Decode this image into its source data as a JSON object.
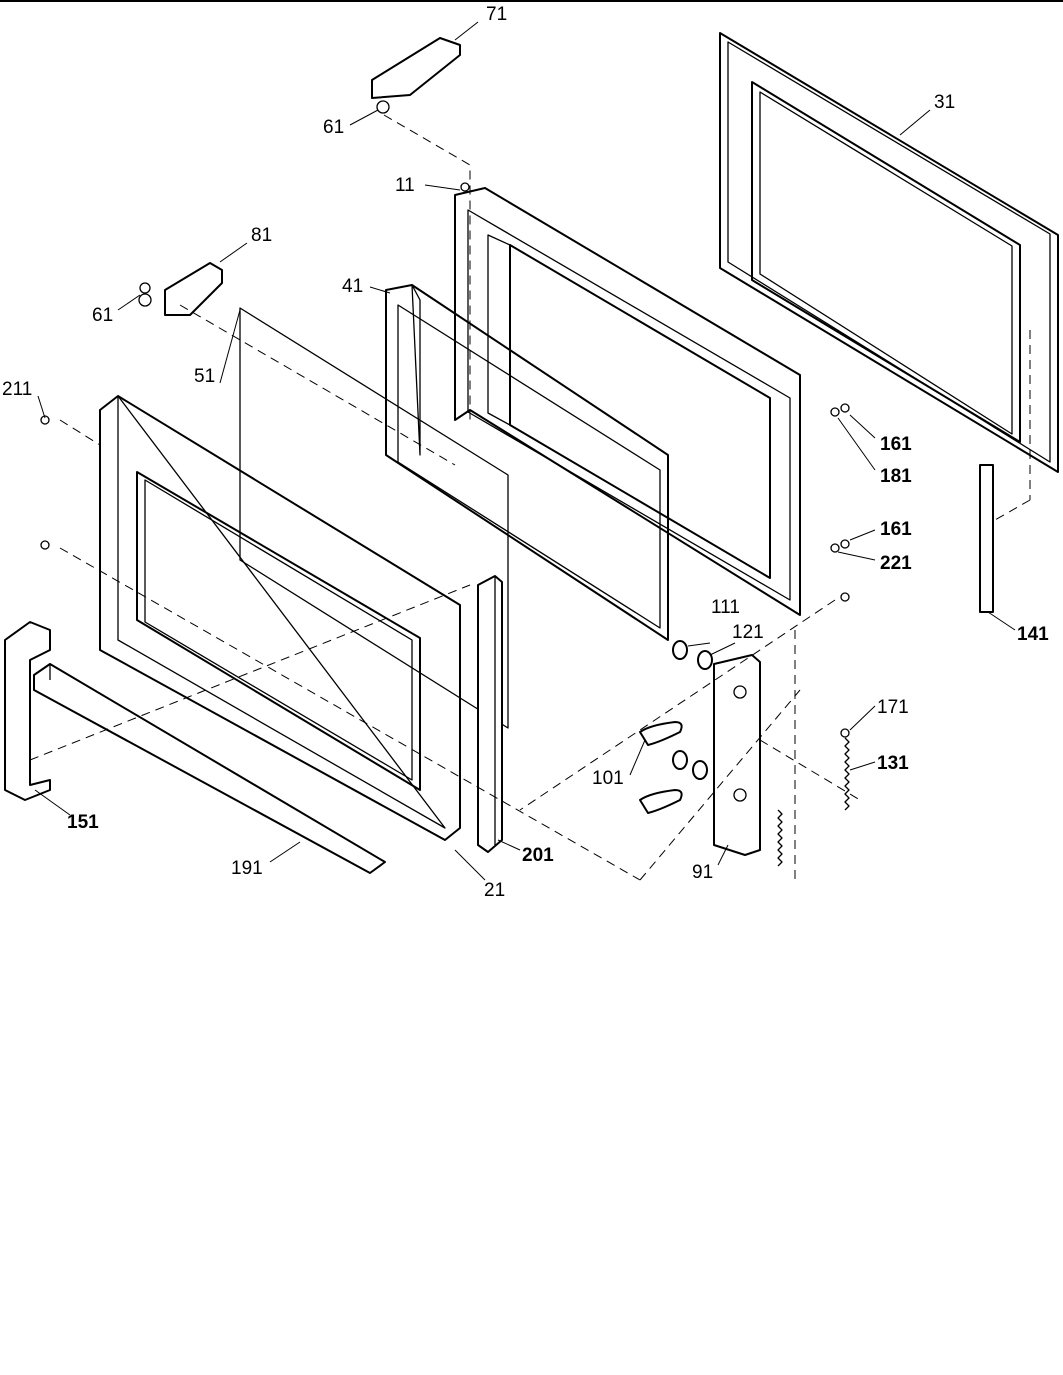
{
  "diagram": {
    "callouts": [
      {
        "id": "c71",
        "label": "71"
      },
      {
        "id": "c61a",
        "label": "61"
      },
      {
        "id": "c31",
        "label": "31"
      },
      {
        "id": "c11",
        "label": "11"
      },
      {
        "id": "c81",
        "label": "81"
      },
      {
        "id": "c61b",
        "label": "61"
      },
      {
        "id": "c41",
        "label": "41"
      },
      {
        "id": "c51",
        "label": "51"
      },
      {
        "id": "c211",
        "label": "211"
      },
      {
        "id": "c161a",
        "label": "161"
      },
      {
        "id": "c181",
        "label": "181"
      },
      {
        "id": "c161b",
        "label": "161"
      },
      {
        "id": "c221",
        "label": "221"
      },
      {
        "id": "c141",
        "label": "141"
      },
      {
        "id": "c111",
        "label": "111"
      },
      {
        "id": "c121",
        "label": "121"
      },
      {
        "id": "c171",
        "label": "171"
      },
      {
        "id": "c131",
        "label": "131"
      },
      {
        "id": "c101",
        "label": "101"
      },
      {
        "id": "c151",
        "label": "151"
      },
      {
        "id": "c201",
        "label": "201"
      },
      {
        "id": "c91",
        "label": "91"
      },
      {
        "id": "c191",
        "label": "191"
      },
      {
        "id": "c21",
        "label": "21"
      }
    ]
  }
}
